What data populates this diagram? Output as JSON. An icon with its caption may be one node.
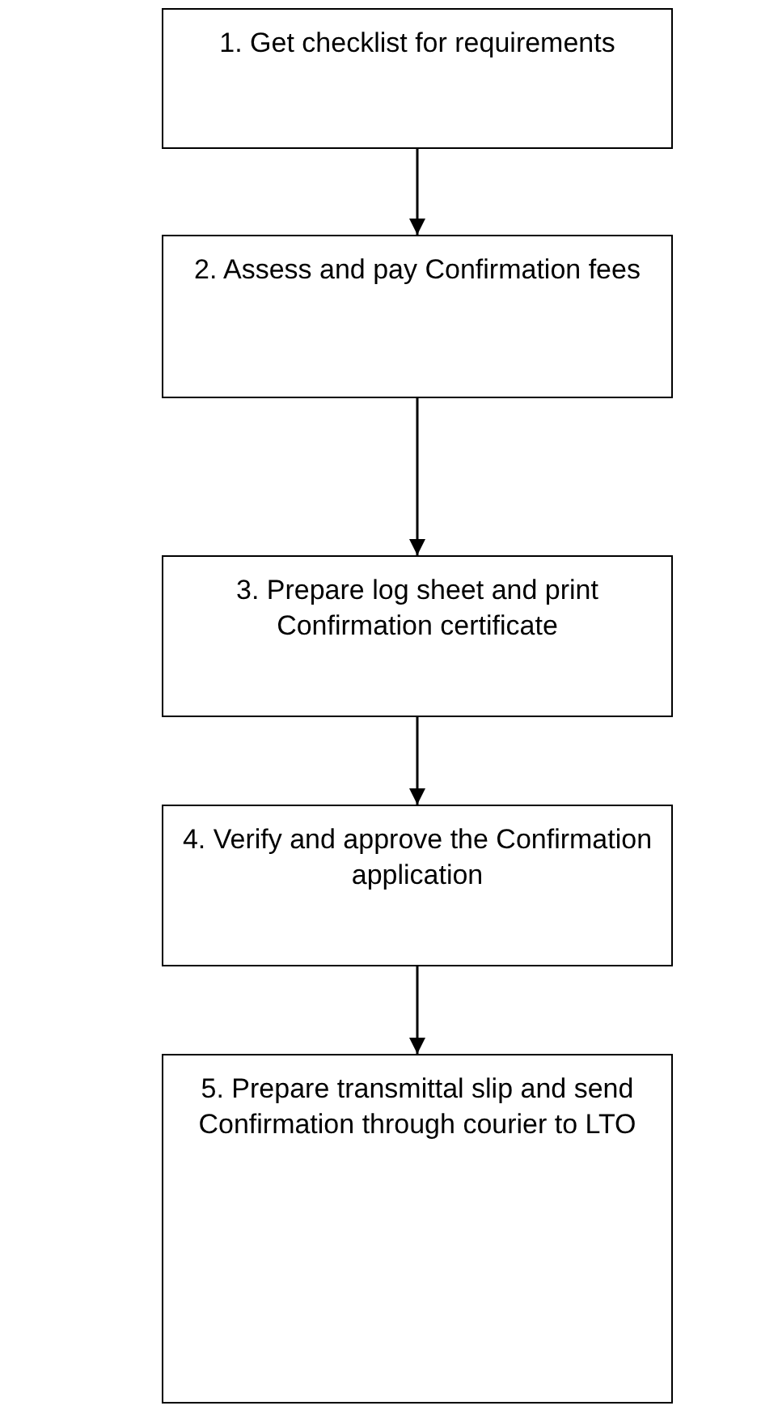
{
  "diagram": {
    "nodes": [
      {
        "text": [
          "1. Get checklist for requirements"
        ]
      },
      {
        "text": [
          "2. Assess and pay Confirmation fees"
        ]
      },
      {
        "text": [
          "3. Prepare log sheet and print Confirmation certificate"
        ]
      },
      {
        "text": [
          "4. Verify and approve the Confirmation application"
        ]
      },
      {
        "text": [
          "5. Prepare transmittal slip and send Confirmation through courier to LTO"
        ]
      }
    ],
    "edges": [
      {
        "from": 0,
        "to": 1,
        "arrow": "to"
      },
      {
        "from": 1,
        "to": 2,
        "arrow": "to"
      },
      {
        "from": 2,
        "to": 3,
        "arrow": "to"
      },
      {
        "from": 3,
        "to": 4,
        "arrow": "to"
      }
    ]
  }
}
